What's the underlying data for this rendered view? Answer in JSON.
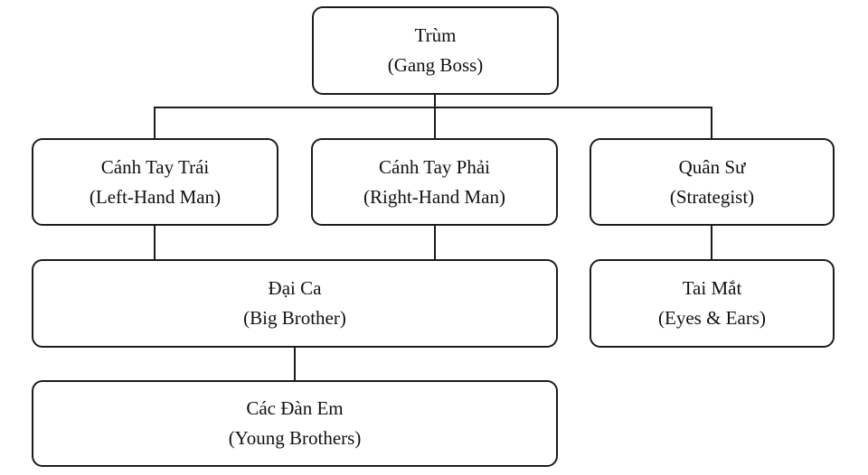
{
  "colors": {
    "line": "#1c1c1c",
    "background": "#ffffff",
    "text": "#111111"
  },
  "diagram": {
    "type": "org-chart",
    "nodes": {
      "boss": {
        "title": "Trùm",
        "subtitle": "(Gang Boss)"
      },
      "left_hand": {
        "title": "Cánh Tay Trái",
        "subtitle": "(Left-Hand Man)"
      },
      "right_hand": {
        "title": "Cánh Tay Phải",
        "subtitle": "(Right-Hand Man)"
      },
      "strategist": {
        "title": "Quân Sư",
        "subtitle": "(Strategist)"
      },
      "big_brother": {
        "title": "Đại Ca",
        "subtitle": "(Big Brother)"
      },
      "eyes_ears": {
        "title": "Tai Mắt",
        "subtitle": "(Eyes & Ears)"
      },
      "young_brothers": {
        "title": "Các Đàn Em",
        "subtitle": "(Young Brothers)"
      }
    },
    "edges": [
      {
        "from": "Trùm",
        "to": "Cánh Tay Trái"
      },
      {
        "from": "Trùm",
        "to": "Cánh Tay Phải"
      },
      {
        "from": "Trùm",
        "to": "Quân Sư"
      },
      {
        "from": "Cánh Tay Trái",
        "to": "Đại Ca"
      },
      {
        "from": "Cánh Tay Phải",
        "to": "Đại Ca"
      },
      {
        "from": "Quân Sư",
        "to": "Tai Mắt"
      },
      {
        "from": "Đại Ca",
        "to": "Các Đàn Em"
      }
    ]
  }
}
